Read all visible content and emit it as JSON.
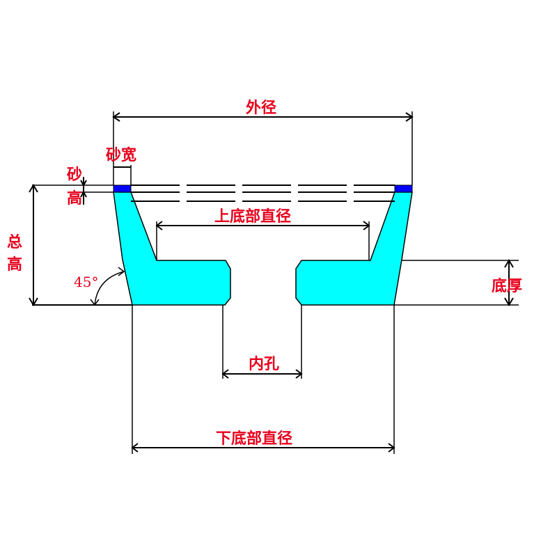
{
  "labels": {
    "outer_diameter": "外径",
    "abrasive_width": "砂宽",
    "abrasive_height_1": "砂",
    "abrasive_height_2": "高",
    "total_height_1": "总",
    "total_height_2": "高",
    "angle": "45°",
    "upper_base_diameter": "上底部直径",
    "base_thickness": "底厚",
    "inner_hole": "内孔",
    "lower_base_diameter": "下底部直径"
  },
  "colors": {
    "body_fill": "#00ffff",
    "abrasive_fill": "#0000ff",
    "label": "#e8001c",
    "line": "#000000"
  }
}
